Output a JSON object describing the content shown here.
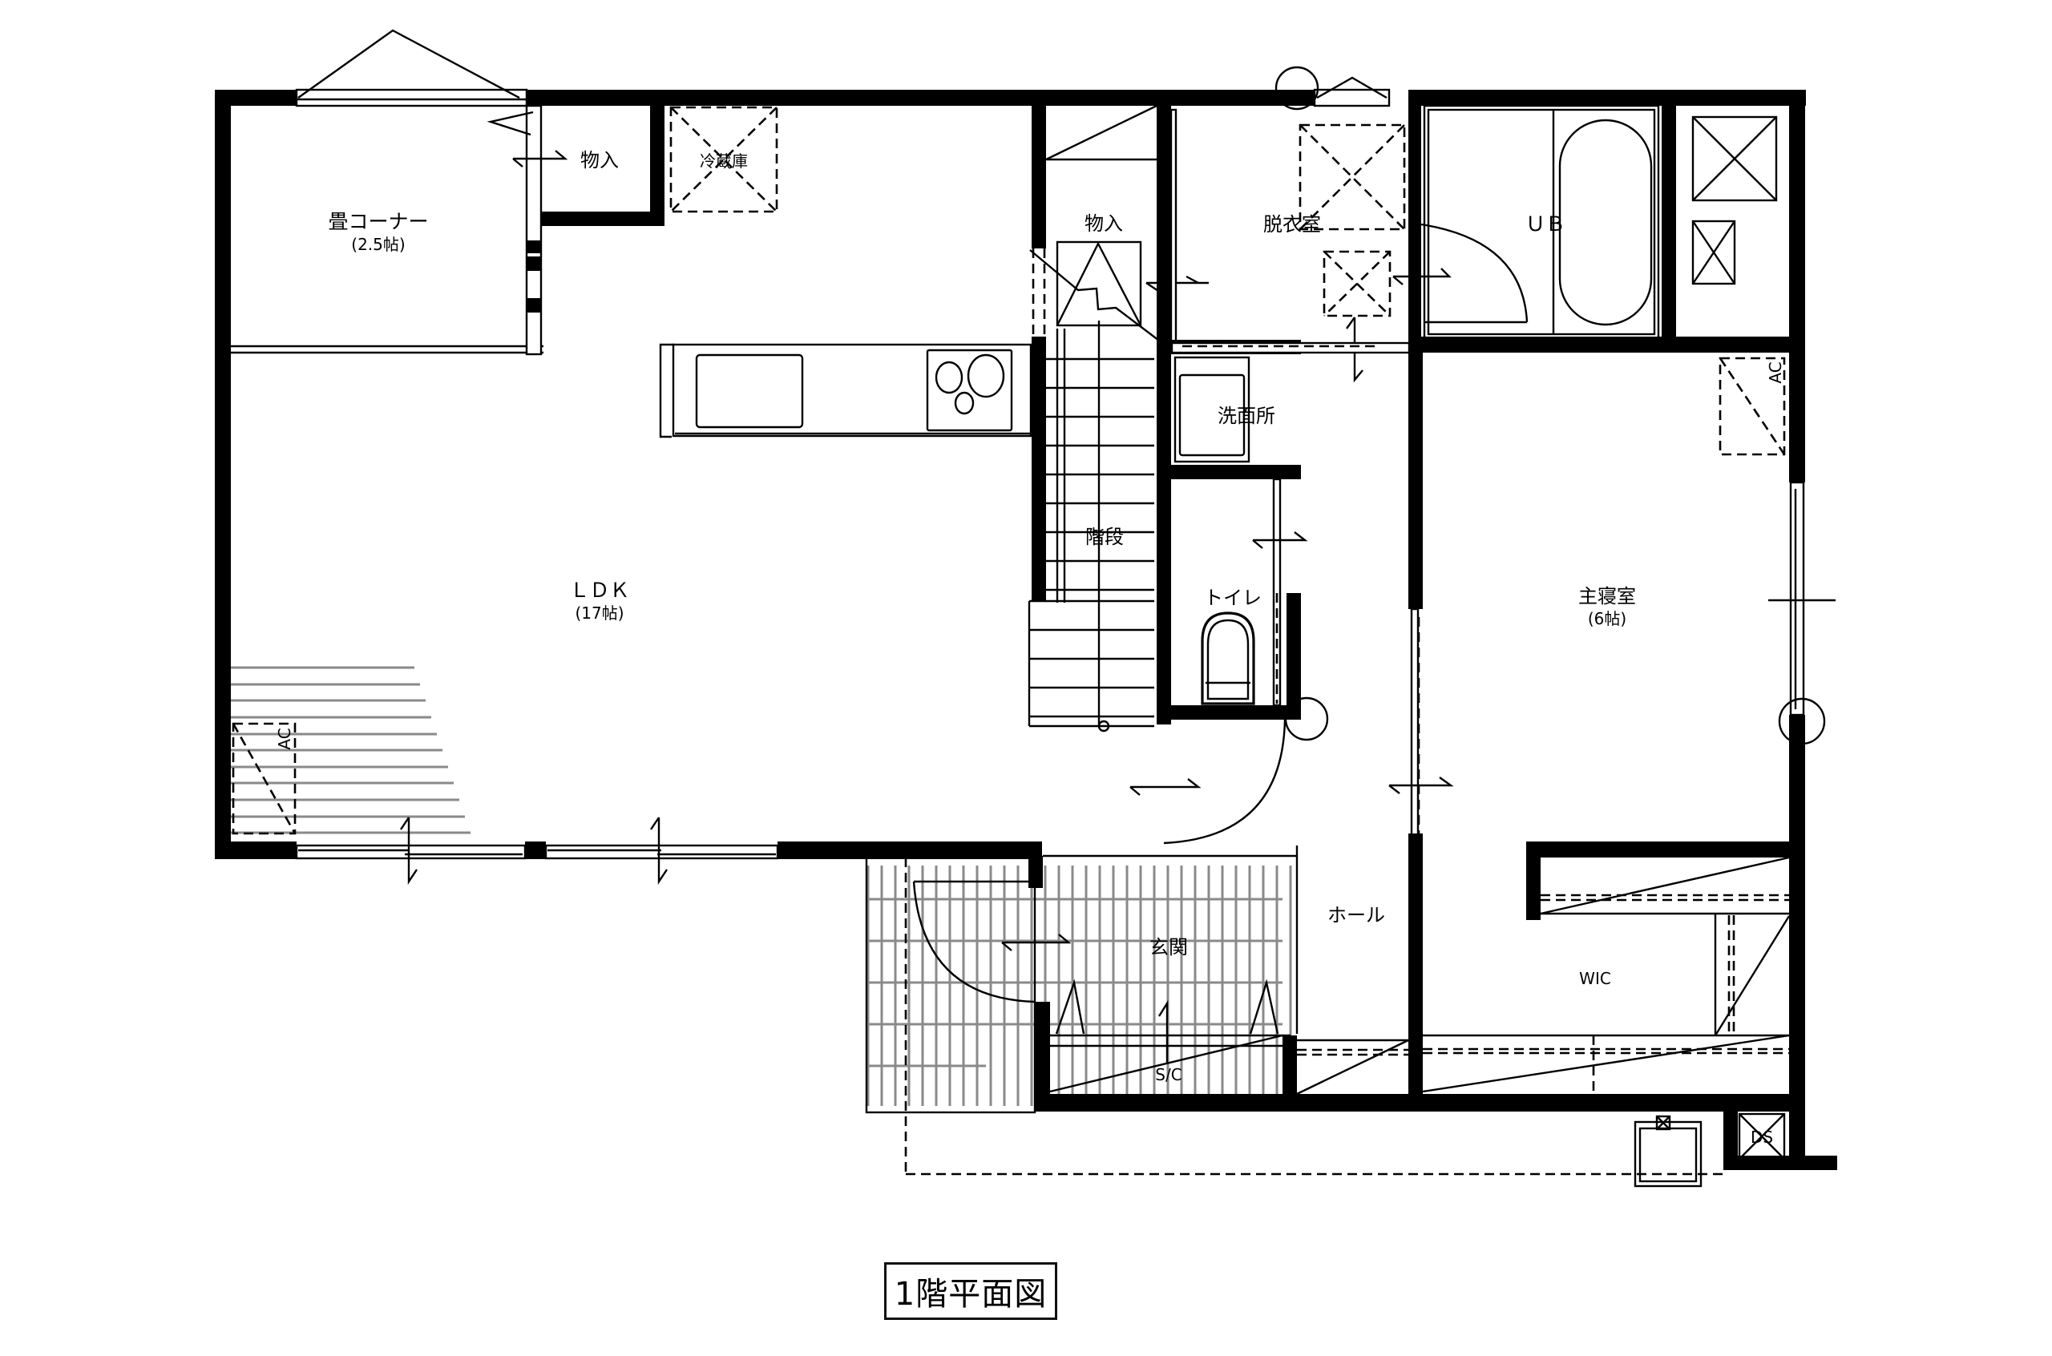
{
  "drawing": {
    "title": "1階平面図",
    "background": "#ffffff",
    "line_color": "#000000",
    "hatch_color": "#8a8a8a"
  },
  "rooms": {
    "tatami": {
      "name": "畳コーナー",
      "area": "(2.5帖)"
    },
    "storage_tatami": {
      "name": "物入"
    },
    "fridge": {
      "name": "冷蔵庫"
    },
    "storage_stairs": {
      "name": "物入"
    },
    "dressing": {
      "name": "脱衣室"
    },
    "bath": {
      "name": "ＵＢ"
    },
    "washroom": {
      "name": "洗面所"
    },
    "ldk": {
      "name": "ＬＤＫ",
      "area": "(17帖)"
    },
    "stairs": {
      "name": "階段"
    },
    "toilet": {
      "name": "トイレ"
    },
    "master_bedroom": {
      "name": "主寝室",
      "area": "(6帖)"
    },
    "hall": {
      "name": "ホール"
    },
    "entrance": {
      "name": "玄関"
    },
    "shoe_closet": {
      "name": "S/C"
    },
    "wic": {
      "name": "WIC"
    },
    "duct_space": {
      "name": "DS"
    }
  },
  "equipment": {
    "ac_ldk": "AC",
    "ac_bedroom": "AC"
  }
}
